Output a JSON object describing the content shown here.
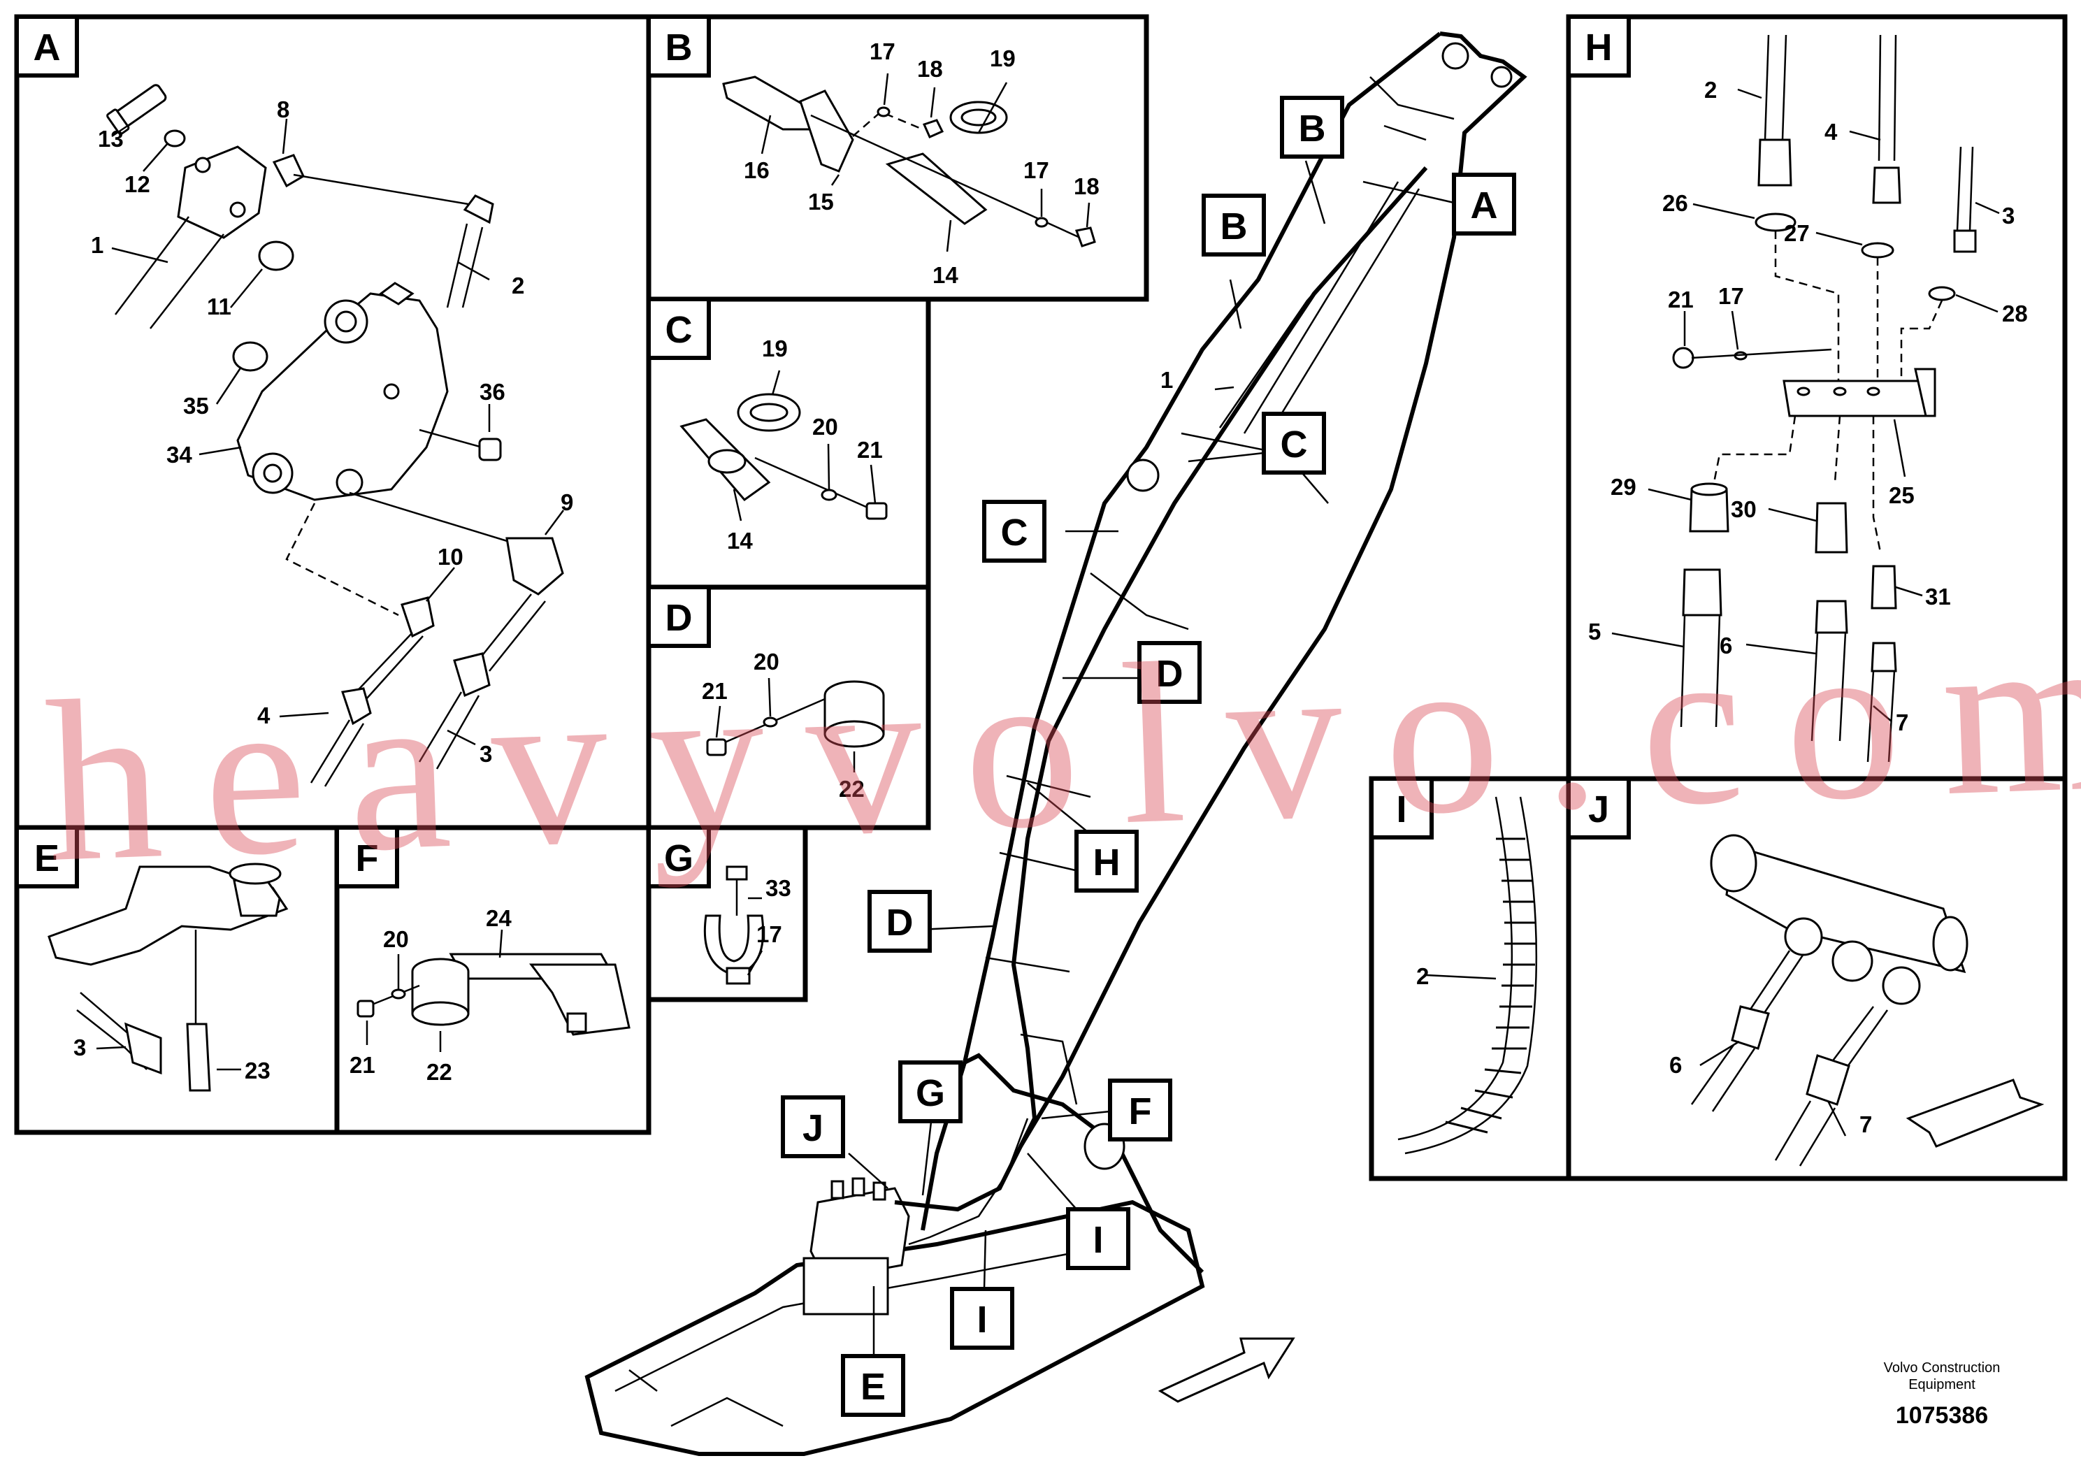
{
  "panels": {
    "A": {
      "label": "A",
      "parts": [
        "13",
        "12",
        "8",
        "1",
        "2",
        "11",
        "35",
        "36",
        "34",
        "9",
        "10",
        "4",
        "3"
      ]
    },
    "B": {
      "label": "B",
      "parts": [
        "17",
        "18",
        "19",
        "16",
        "15",
        "14",
        "17",
        "18"
      ]
    },
    "C": {
      "label": "C",
      "parts": [
        "19",
        "20",
        "21",
        "14"
      ]
    },
    "D": {
      "label": "D",
      "parts": [
        "21",
        "20",
        "22"
      ]
    },
    "E": {
      "label": "E",
      "parts": [
        "3",
        "23"
      ]
    },
    "F": {
      "label": "F",
      "parts": [
        "20",
        "24",
        "21",
        "22"
      ]
    },
    "G": {
      "label": "G",
      "parts": [
        "33",
        "17"
      ]
    },
    "H": {
      "label": "H",
      "parts": [
        "2",
        "4",
        "3",
        "26",
        "27",
        "21",
        "17",
        "28",
        "25",
        "29",
        "30",
        "31",
        "5",
        "6",
        "7"
      ]
    },
    "I": {
      "label": "I",
      "parts": [
        "2"
      ]
    },
    "J": {
      "label": "J",
      "parts": [
        "6",
        "7"
      ]
    }
  },
  "main_view": {
    "callouts": [
      "B",
      "A",
      "B",
      "1",
      "C",
      "C",
      "D",
      "H",
      "D",
      "F",
      "G",
      "J",
      "I",
      "I",
      "E"
    ]
  },
  "footer": {
    "credit_line1": "Volvo Construction",
    "credit_line2": "Equipment",
    "doc_number": "1075386"
  },
  "watermark": "heavyvolvo.com"
}
